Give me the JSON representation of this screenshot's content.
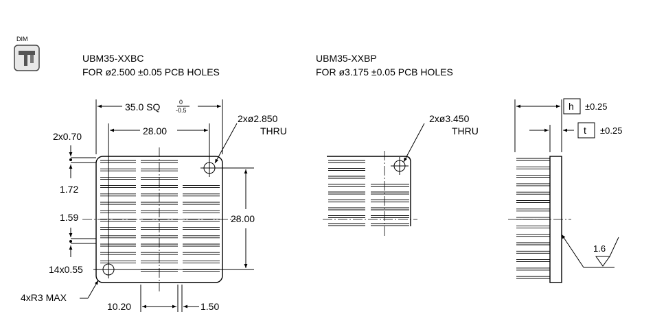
{
  "badge": {
    "label": "DIM",
    "icon": "caliper-icon"
  },
  "left_header": {
    "model": "UBM35-XXBC",
    "note": "FOR ø2.500 ±0.05 PCB HOLES"
  },
  "mid_header": {
    "model": "UBM35-XXBP",
    "note": "FOR ø3.175 ±0.05 PCB HOLES"
  },
  "left_view": {
    "overall_size": "35.0 SQ",
    "overall_tol_upper": "0",
    "overall_tol_lower": "-0.5",
    "hole_spacing": "28.00",
    "hole_callout_line1": "2xø2.850",
    "hole_callout_line2": "THRU",
    "pin_width": "2x0.70",
    "dim_172": "1.72",
    "dim_159": "1.59",
    "vertical_hole_spacing": "28.00",
    "fin_thickness": "14x0.55",
    "corner_radius": "4xR3 MAX",
    "dim_1020": "10.20",
    "dim_150": "1.50"
  },
  "mid_view": {
    "hole_callout_line1": "2xø3.450",
    "hole_callout_line2": "THRU"
  },
  "side_view": {
    "height_symbol": "h",
    "height_tol": "±0.25",
    "thickness_symbol": "t",
    "thickness_tol": "±0.25",
    "surface_finish": "1.6"
  }
}
